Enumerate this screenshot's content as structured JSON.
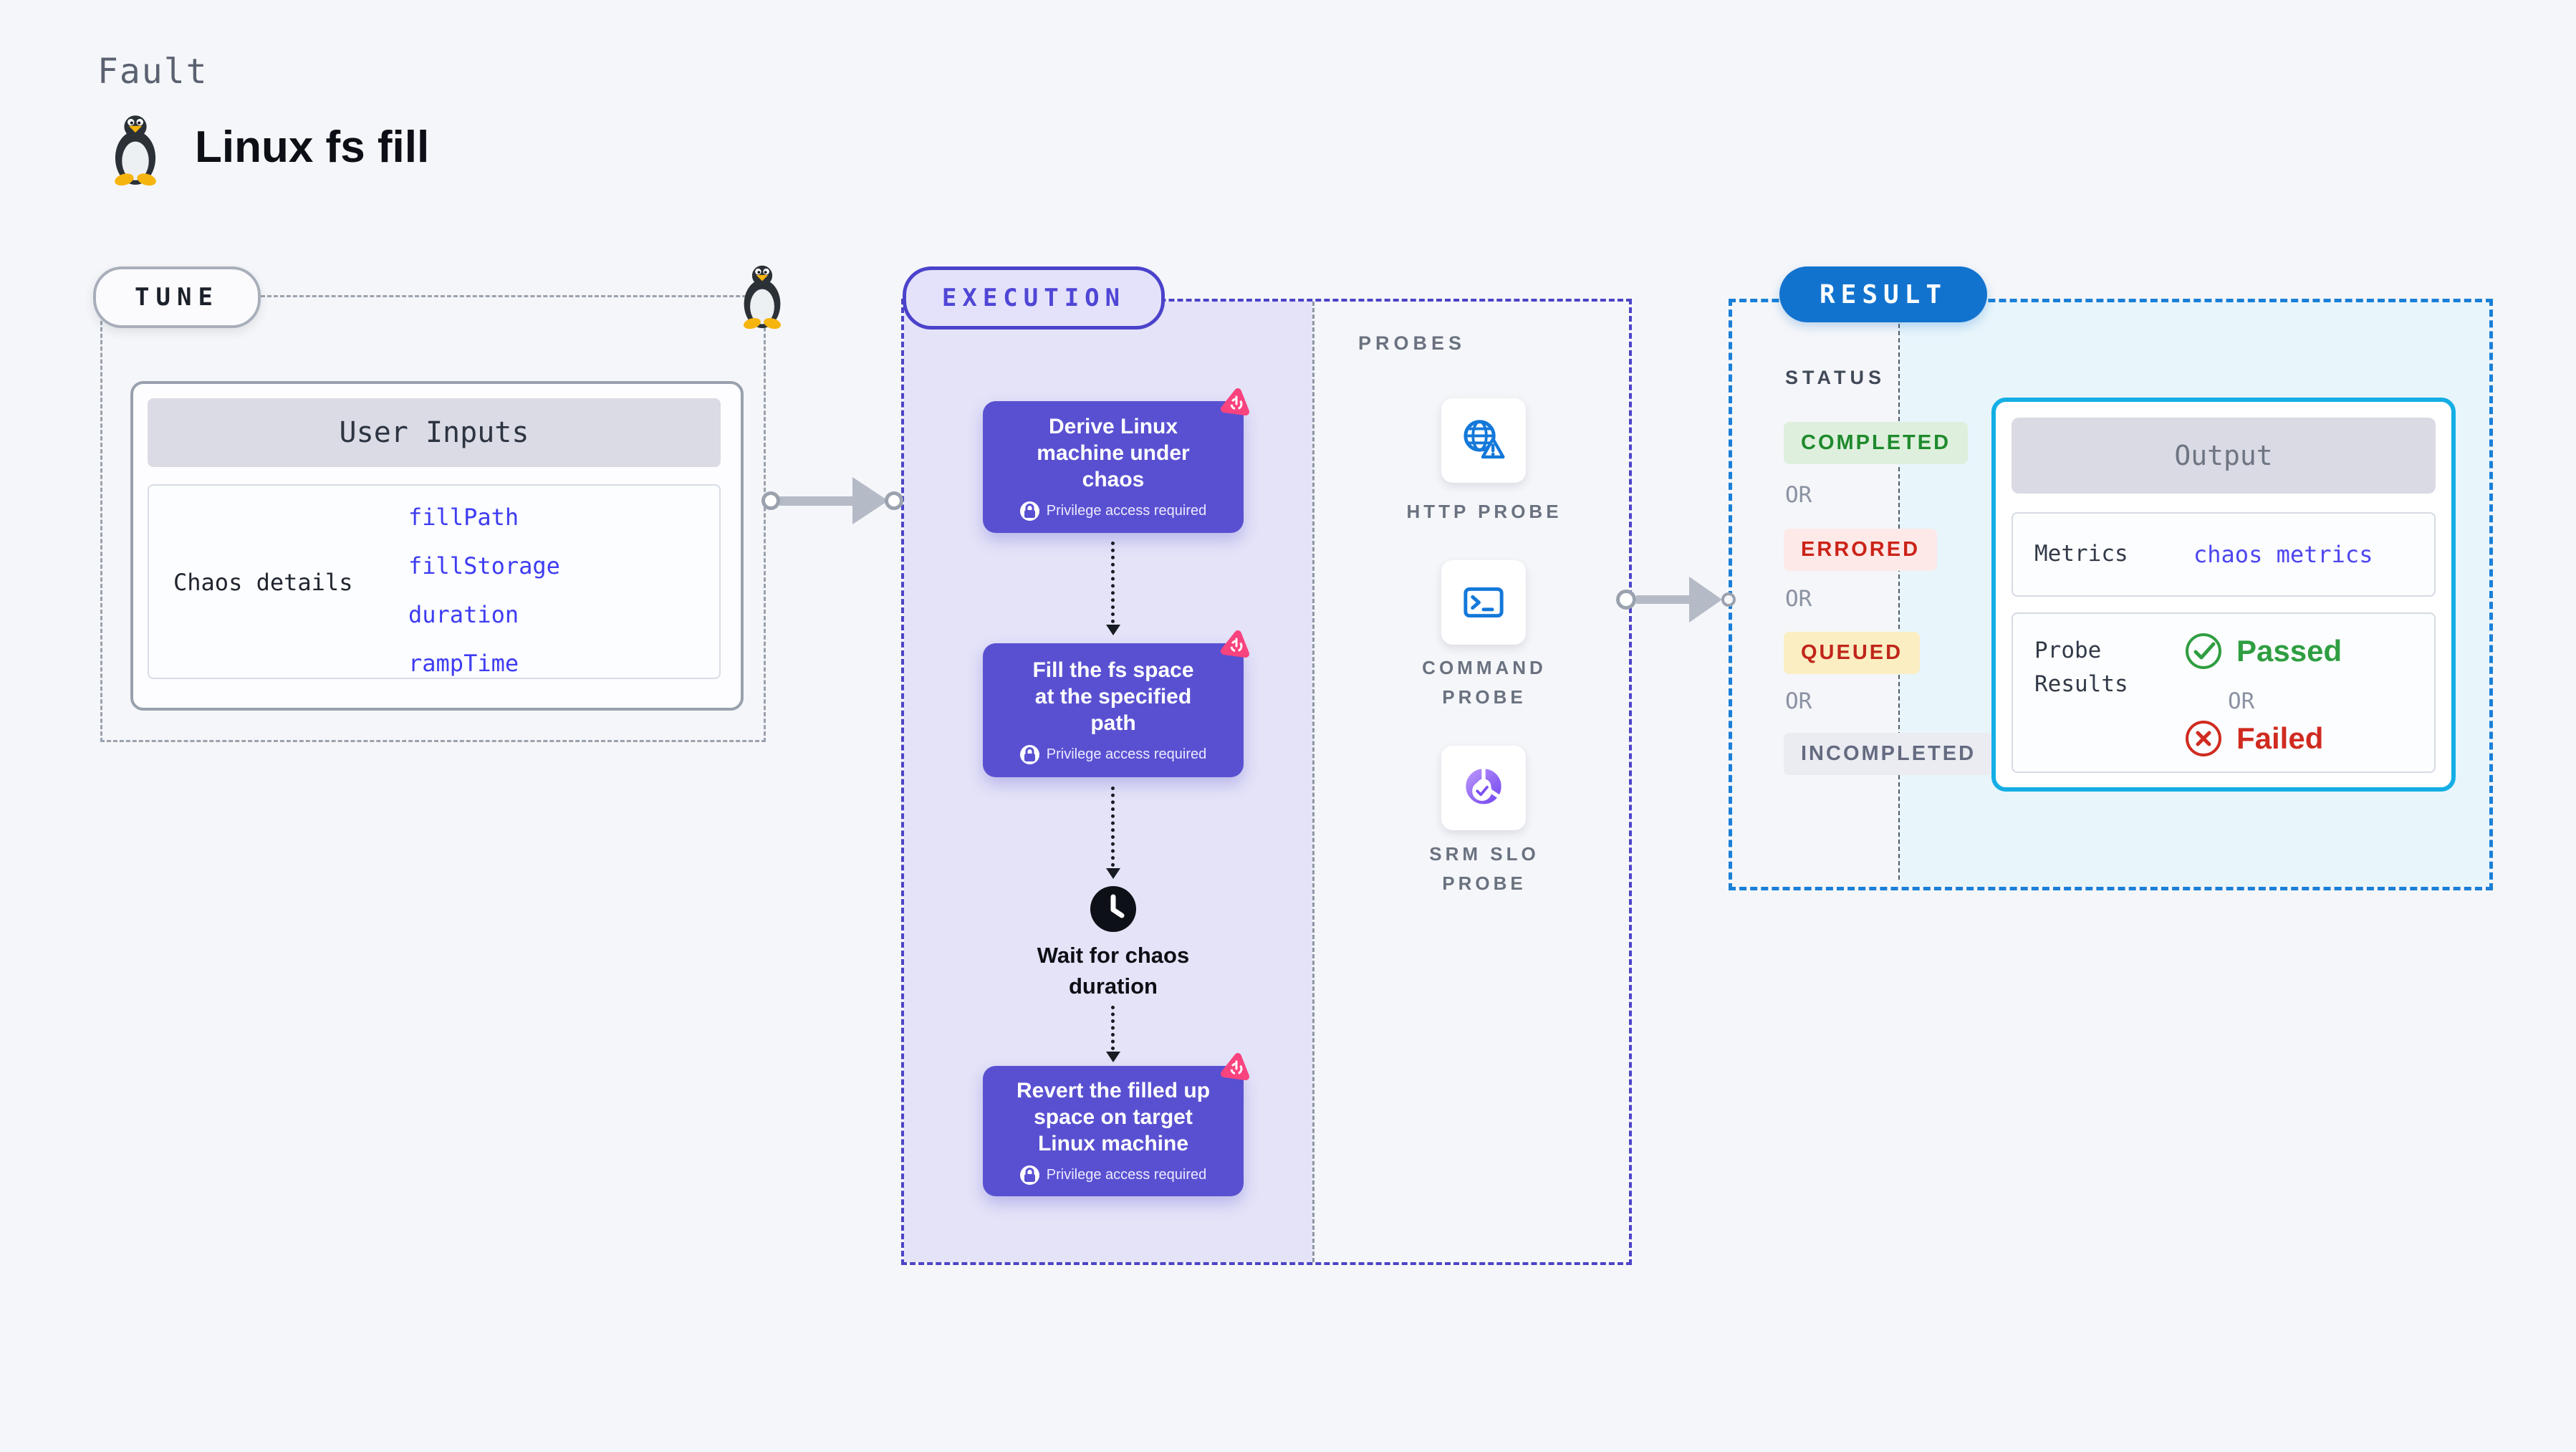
{
  "header": {
    "eyebrow": "Fault",
    "title": "Linux fs fill"
  },
  "tune": {
    "pill": "TUNE",
    "inputs_title": "User Inputs",
    "row_label": "Chaos details",
    "params": [
      "fillPath",
      "fillStorage",
      "duration",
      "rampTime"
    ]
  },
  "execution": {
    "pill": "EXECUTION",
    "nodes": [
      {
        "lines": [
          "Derive Linux",
          "machine under",
          "chaos"
        ],
        "privilege": "Privilege access required"
      },
      {
        "lines": [
          "Fill the fs space",
          "at the specified",
          "path"
        ],
        "privilege": "Privilege access required"
      },
      {
        "lines": [
          "Revert the filled up",
          "space on target",
          "Linux machine"
        ],
        "privilege": "Privilege access required"
      }
    ],
    "wait_lines": [
      "Wait for chaos",
      "duration"
    ]
  },
  "probes": {
    "heading": "PROBES",
    "items": [
      {
        "label": "HTTP PROBE",
        "icon": "globe-alert-icon",
        "lines": [
          "HTTP PROBE"
        ]
      },
      {
        "label": "COMMAND PROBE",
        "icon": "terminal-icon",
        "lines": [
          "COMMAND",
          "PROBE"
        ]
      },
      {
        "label": "SRM SLO PROBE",
        "icon": "slo-donut-icon",
        "lines": [
          "SRM SLO",
          "PROBE"
        ]
      }
    ]
  },
  "result": {
    "pill": "RESULT",
    "status_heading": "STATUS",
    "or": "OR",
    "statuses": [
      {
        "label": "COMPLETED",
        "state": "completed"
      },
      {
        "label": "ERRORED",
        "state": "errored"
      },
      {
        "label": "QUEUED",
        "state": "queued"
      },
      {
        "label": "INCOMPLETED",
        "state": "incompleted"
      }
    ],
    "output": {
      "title": "Output",
      "metrics_label": "Metrics",
      "metrics_value": "chaos metrics",
      "probe_results_lines": [
        "Probe",
        "Results"
      ],
      "passed": "Passed",
      "or": "OR",
      "failed": "Failed"
    }
  },
  "colors": {
    "accent_indigo": "#4b42cb",
    "node_fill": "#5950d1",
    "badge_pink": "#f9437e",
    "probe_blue": "#1478d9",
    "result_blue": "#1273cf",
    "cyan_border": "#14aee5",
    "passed_green": "#2f9e41",
    "failed_red": "#d02b20",
    "param_blue": "#3e3cf2"
  }
}
